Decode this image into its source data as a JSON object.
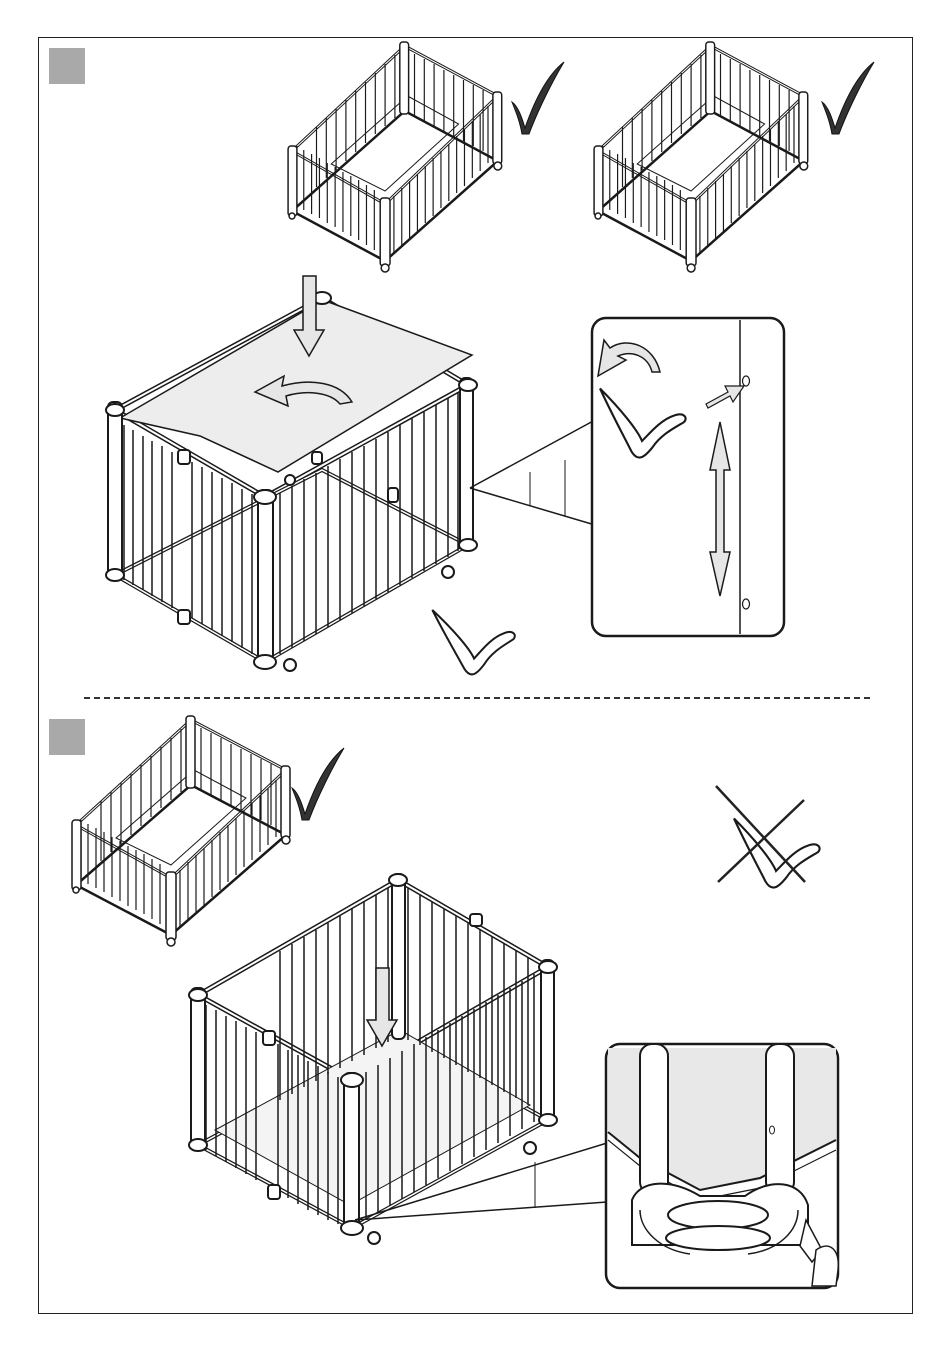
{
  "document": {
    "type": "assembly-instruction-page",
    "steps": [
      {
        "id": "step-1",
        "badge_color": "#a9a9a9",
        "badge_label": ""
      },
      {
        "id": "step-2",
        "badge_color": "#a9a9a9",
        "badge_label": ""
      }
    ],
    "icons": {
      "approved": "checkmark-icon",
      "forbidden": "crossed-out-icon",
      "press_down": "down-arrow-icon",
      "rotate": "curved-arrow-icon",
      "slide": "double-arrow-icon"
    },
    "colors": {
      "line": "#1a1a1a",
      "fill_gray": "#a9a9a9",
      "arrow_fill": "#e6e6e6",
      "mattress": "#ededed"
    }
  }
}
